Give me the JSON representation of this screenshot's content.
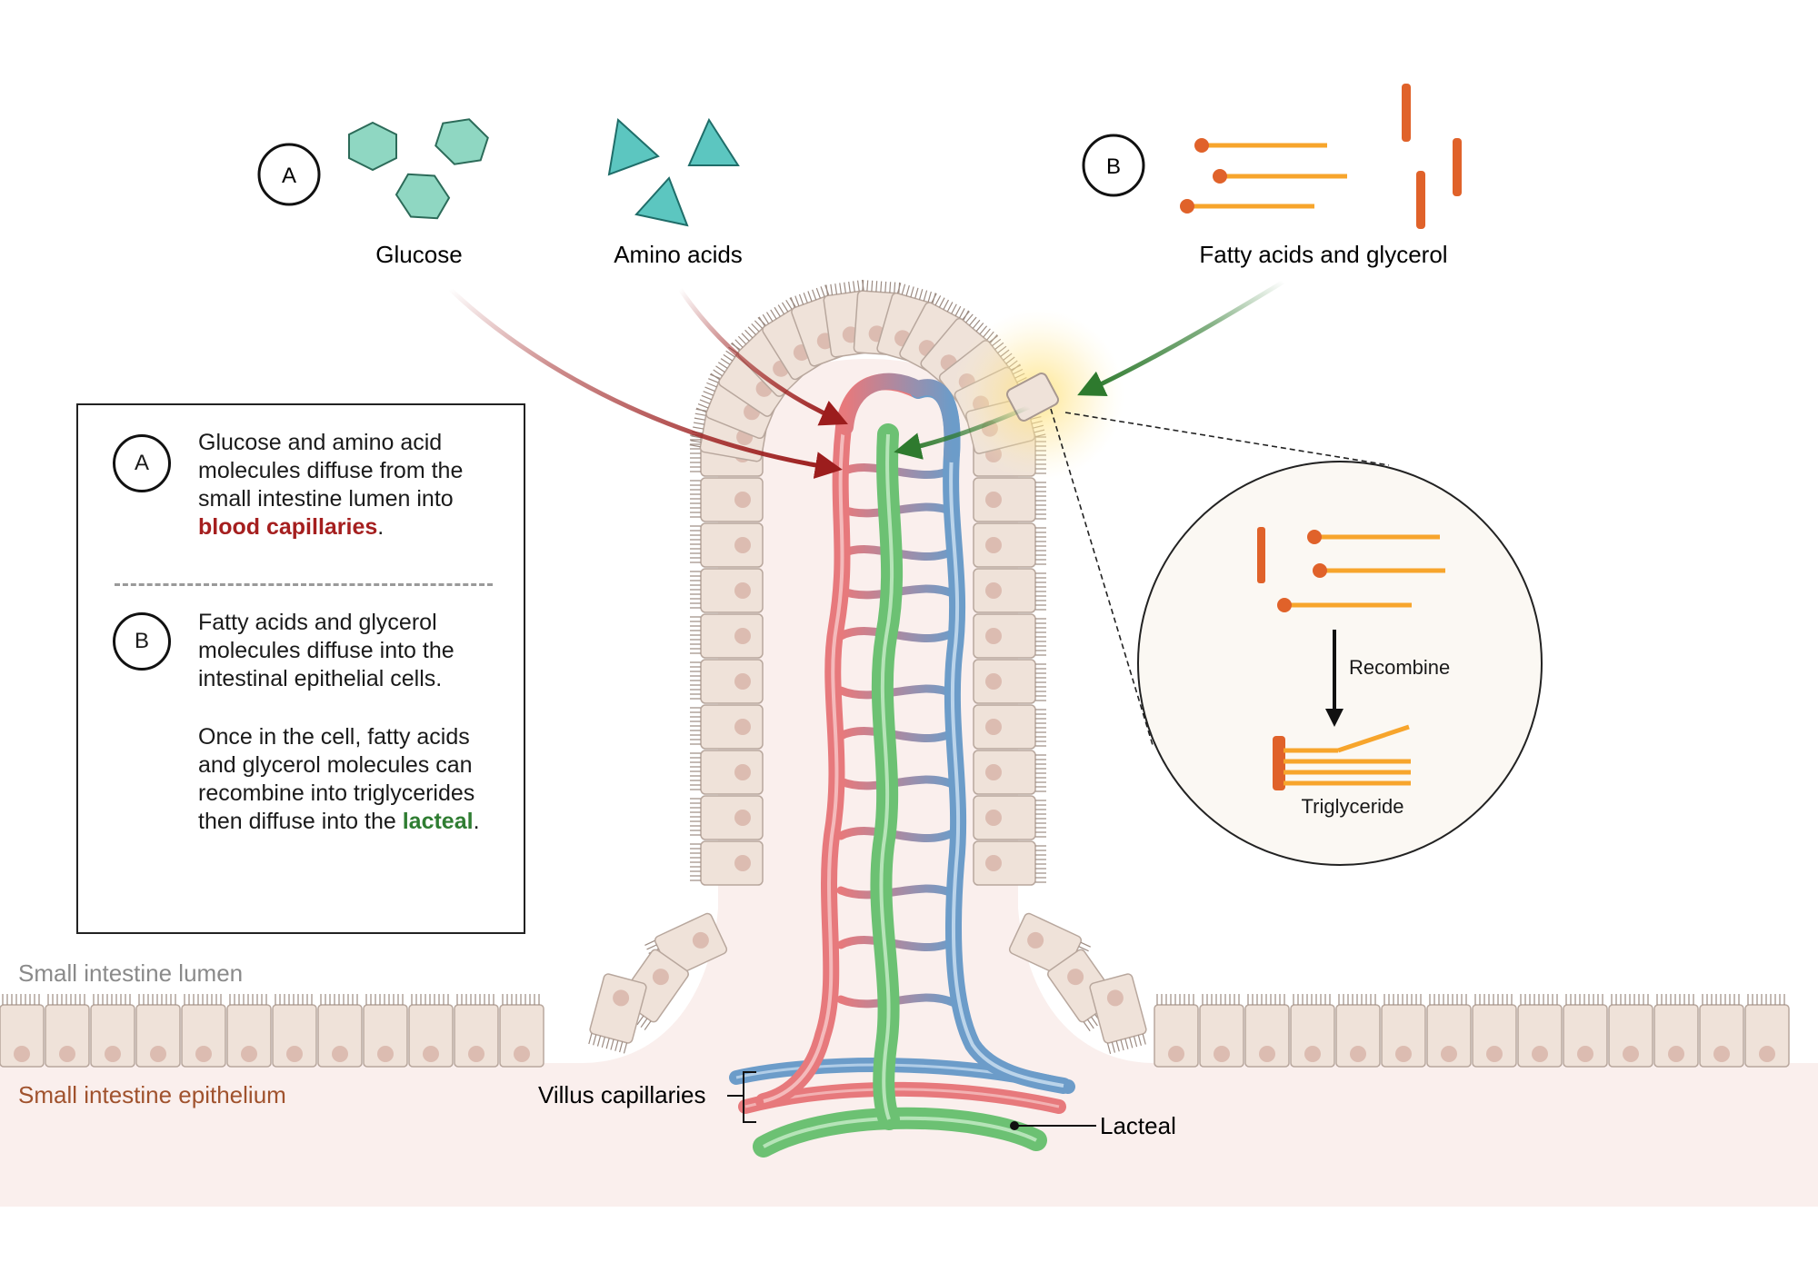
{
  "labels": {
    "glucose": "Glucose",
    "amino_acids": "Amino acids",
    "fatty_acids_glycerol": "Fatty acids and glycerol",
    "badge_a": "A",
    "badge_b": "B",
    "lumen": "Small intestine lumen",
    "epithelium": "Small intestine epithelium",
    "villus_capillaries": "Villus capillaries",
    "lacteal": "Lacteal",
    "recombine": "Recombine",
    "triglyceride": "Triglyceride"
  },
  "legend": {
    "a": {
      "badge": "A",
      "text_before": "Glucose and amino acid molecules diffuse from the small intestine lumen into ",
      "highlight": "blood capillaries",
      "text_after": "."
    },
    "b": {
      "badge": "B",
      "text_first": "Fatty acids and glycerol molecules diffuse into the intestinal epithelial cells.",
      "text_before": "Once in the cell, fatty acids and glycerol molecules can recombine into triglycerides then diffuse into the ",
      "highlight": "lacteal",
      "text_after": "."
    }
  },
  "colors": {
    "glucose": "#8fd7c2",
    "amino": "#5cc6c0",
    "fatty": "#f7a52c",
    "glycerol": "#e0622a",
    "artery": "#e7797c",
    "vein": "#6c9cc9",
    "lacteal": "#6cc173",
    "arrow_red": "#9c1d1d",
    "arrow_green": "#2e7a2e",
    "cell": "#efe2d9",
    "nucleus": "#dcbcb1"
  }
}
